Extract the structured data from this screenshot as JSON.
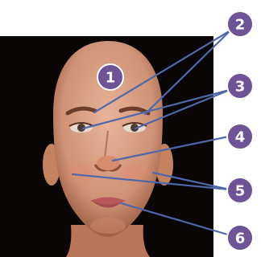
{
  "figure": {
    "markers": [
      {
        "label": "1"
      },
      {
        "label": "2"
      },
      {
        "label": "3"
      },
      {
        "label": "4"
      },
      {
        "label": "5"
      },
      {
        "label": "6"
      }
    ],
    "colors": {
      "marker_fill": "#6e5396",
      "leader_line": "#4f68aa",
      "photo_background": "#0a0606",
      "skin": "#d89a78"
    }
  }
}
